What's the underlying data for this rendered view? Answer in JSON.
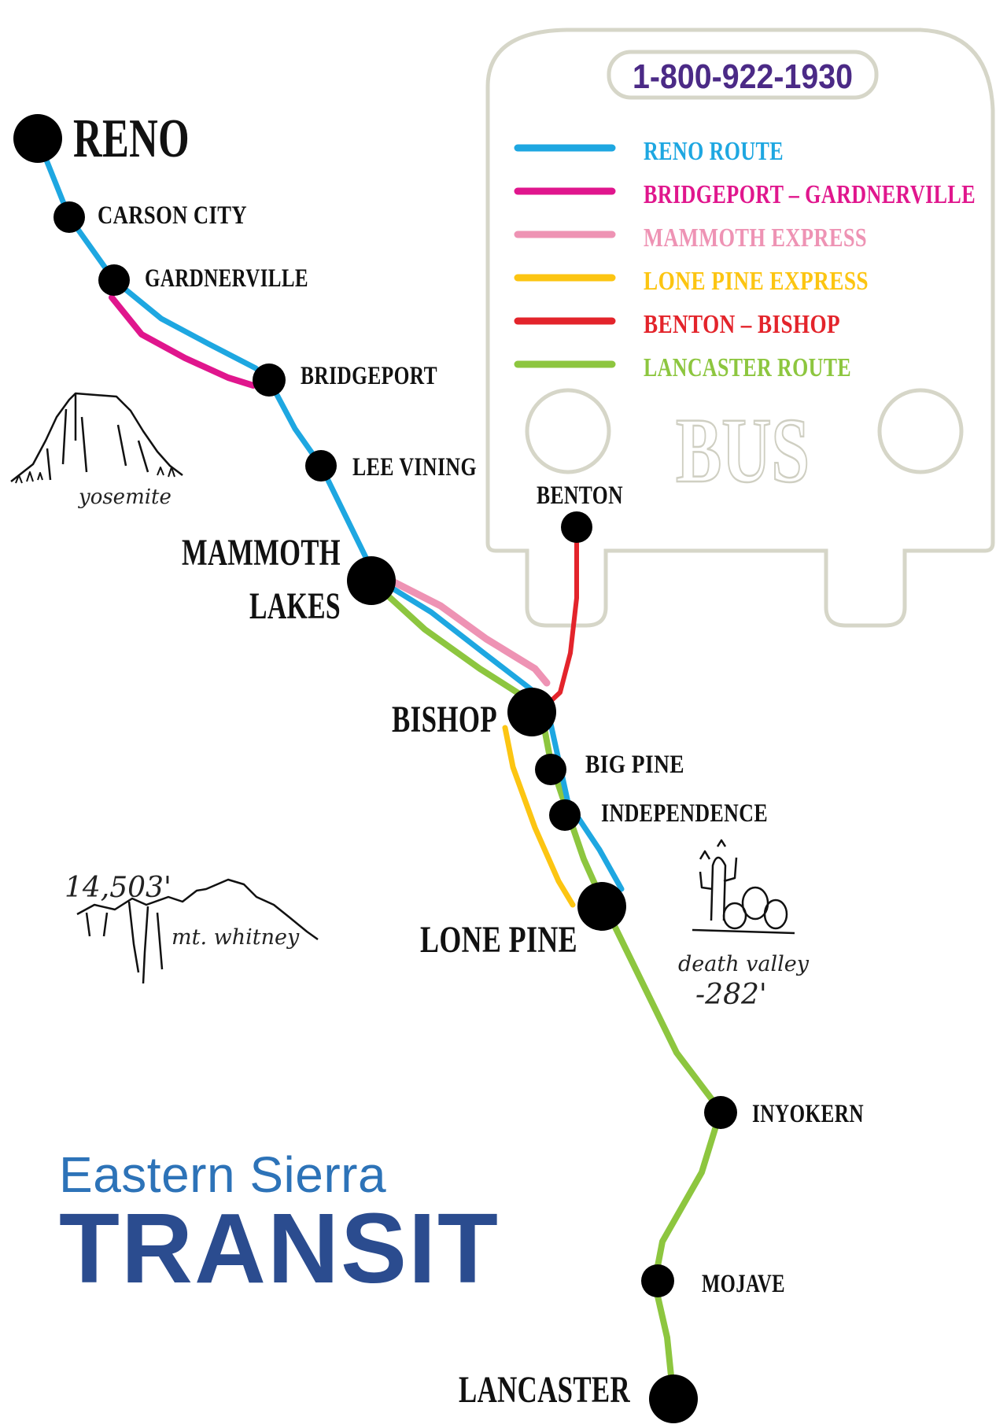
{
  "phone": "1-800-922-1930",
  "bus_text": "BUS",
  "brand": {
    "line1": "Eastern Sierra",
    "line2": "TRANSIT"
  },
  "legend": [
    {
      "label": "RENO ROUTE",
      "color": "#1ea7e1"
    },
    {
      "label": "BRIDGEPORT – GARDNERVILLE",
      "color": "#e0168d"
    },
    {
      "label": "MAMMOTH EXPRESS",
      "color": "#ee93b4"
    },
    {
      "label": "LONE PINE EXPRESS",
      "color": "#fcc512"
    },
    {
      "label": "BENTON – BISHOP",
      "color": "#e3242b"
    },
    {
      "label": "LANCASTER ROUTE",
      "color": "#8dc63f"
    }
  ],
  "stops": {
    "reno": "RENO",
    "carson_city": "CARSON CITY",
    "gardnerville": "GARDNERVILLE",
    "bridgeport": "BRIDGEPORT",
    "lee_vining": "LEE VINING",
    "mammoth_1": "MAMMOTH",
    "mammoth_2": "LAKES",
    "benton": "BENTON",
    "bishop": "BISHOP",
    "big_pine": "BIG PINE",
    "independence": "INDEPENDENCE",
    "lone_pine": "LONE PINE",
    "inyokern": "INYOKERN",
    "mojave": "MOJAVE",
    "lancaster": "LANCASTER"
  },
  "landmarks": {
    "yosemite": "yosemite",
    "whitney_elev": "14,503'",
    "whitney": "mt. whitney",
    "death_valley": "death valley",
    "death_valley_elev": "-282'"
  }
}
